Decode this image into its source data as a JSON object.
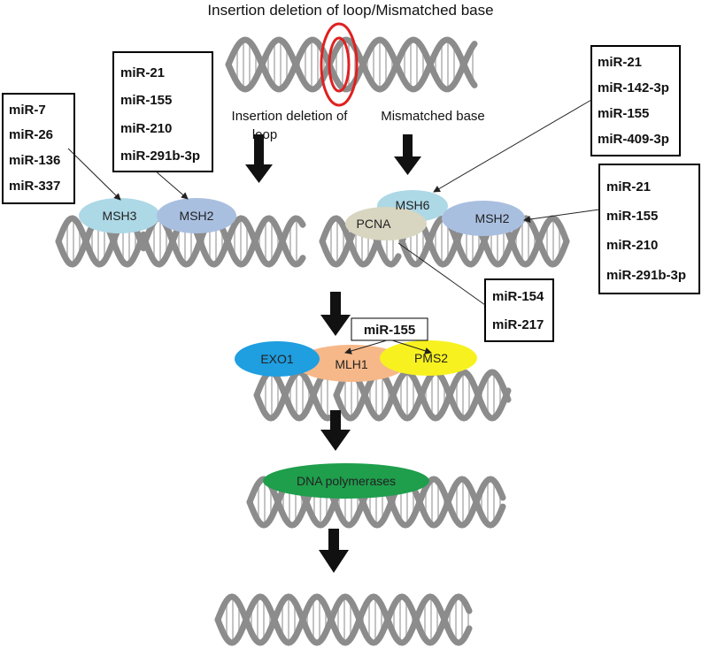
{
  "title": "Insertion deletion of loop/Mismatched base",
  "branch_left_label": [
    "Insertion deletion of",
    "loop"
  ],
  "branch_right_label": "Mismatched base",
  "proteins": {
    "msh3": "MSH3",
    "msh2_left": "MSH2",
    "msh6": "MSH6",
    "pcna": "PCNA",
    "msh2_right": "MSH2",
    "exo1": "EXO1",
    "mlh1": "MLH1",
    "pms2": "PMS2",
    "dna_pol": "DNA polymerases"
  },
  "mirna_boxes": {
    "msh3_box": [
      "miR-7",
      "miR-26",
      "miR-136",
      "miR-337"
    ],
    "msh2_left_box": [
      "miR-21",
      "miR-155",
      "miR-210",
      "miR-291b-3p"
    ],
    "msh6_box": [
      "miR-21",
      "miR-142-3p",
      "miR-155",
      "miR-409-3p"
    ],
    "msh2_right_box": [
      "miR-21",
      "miR-155",
      "miR-210",
      "miR-291b-3p"
    ],
    "pcna_box": [
      "miR-154",
      "miR-217"
    ],
    "mlh1_pms2_box": [
      "miR-155"
    ]
  },
  "colors": {
    "dna": "#8c8c8c",
    "msh3": "#add8e6",
    "msh2": "#a9bfe0",
    "msh6": "#add8e6",
    "pcna": "#d8d6c0",
    "exo1": "#1f9ee0",
    "mlh1": "#f6b889",
    "pms2": "#f7f21f",
    "dna_pol": "#1f9e4c",
    "loop_ring": "#e02020"
  }
}
